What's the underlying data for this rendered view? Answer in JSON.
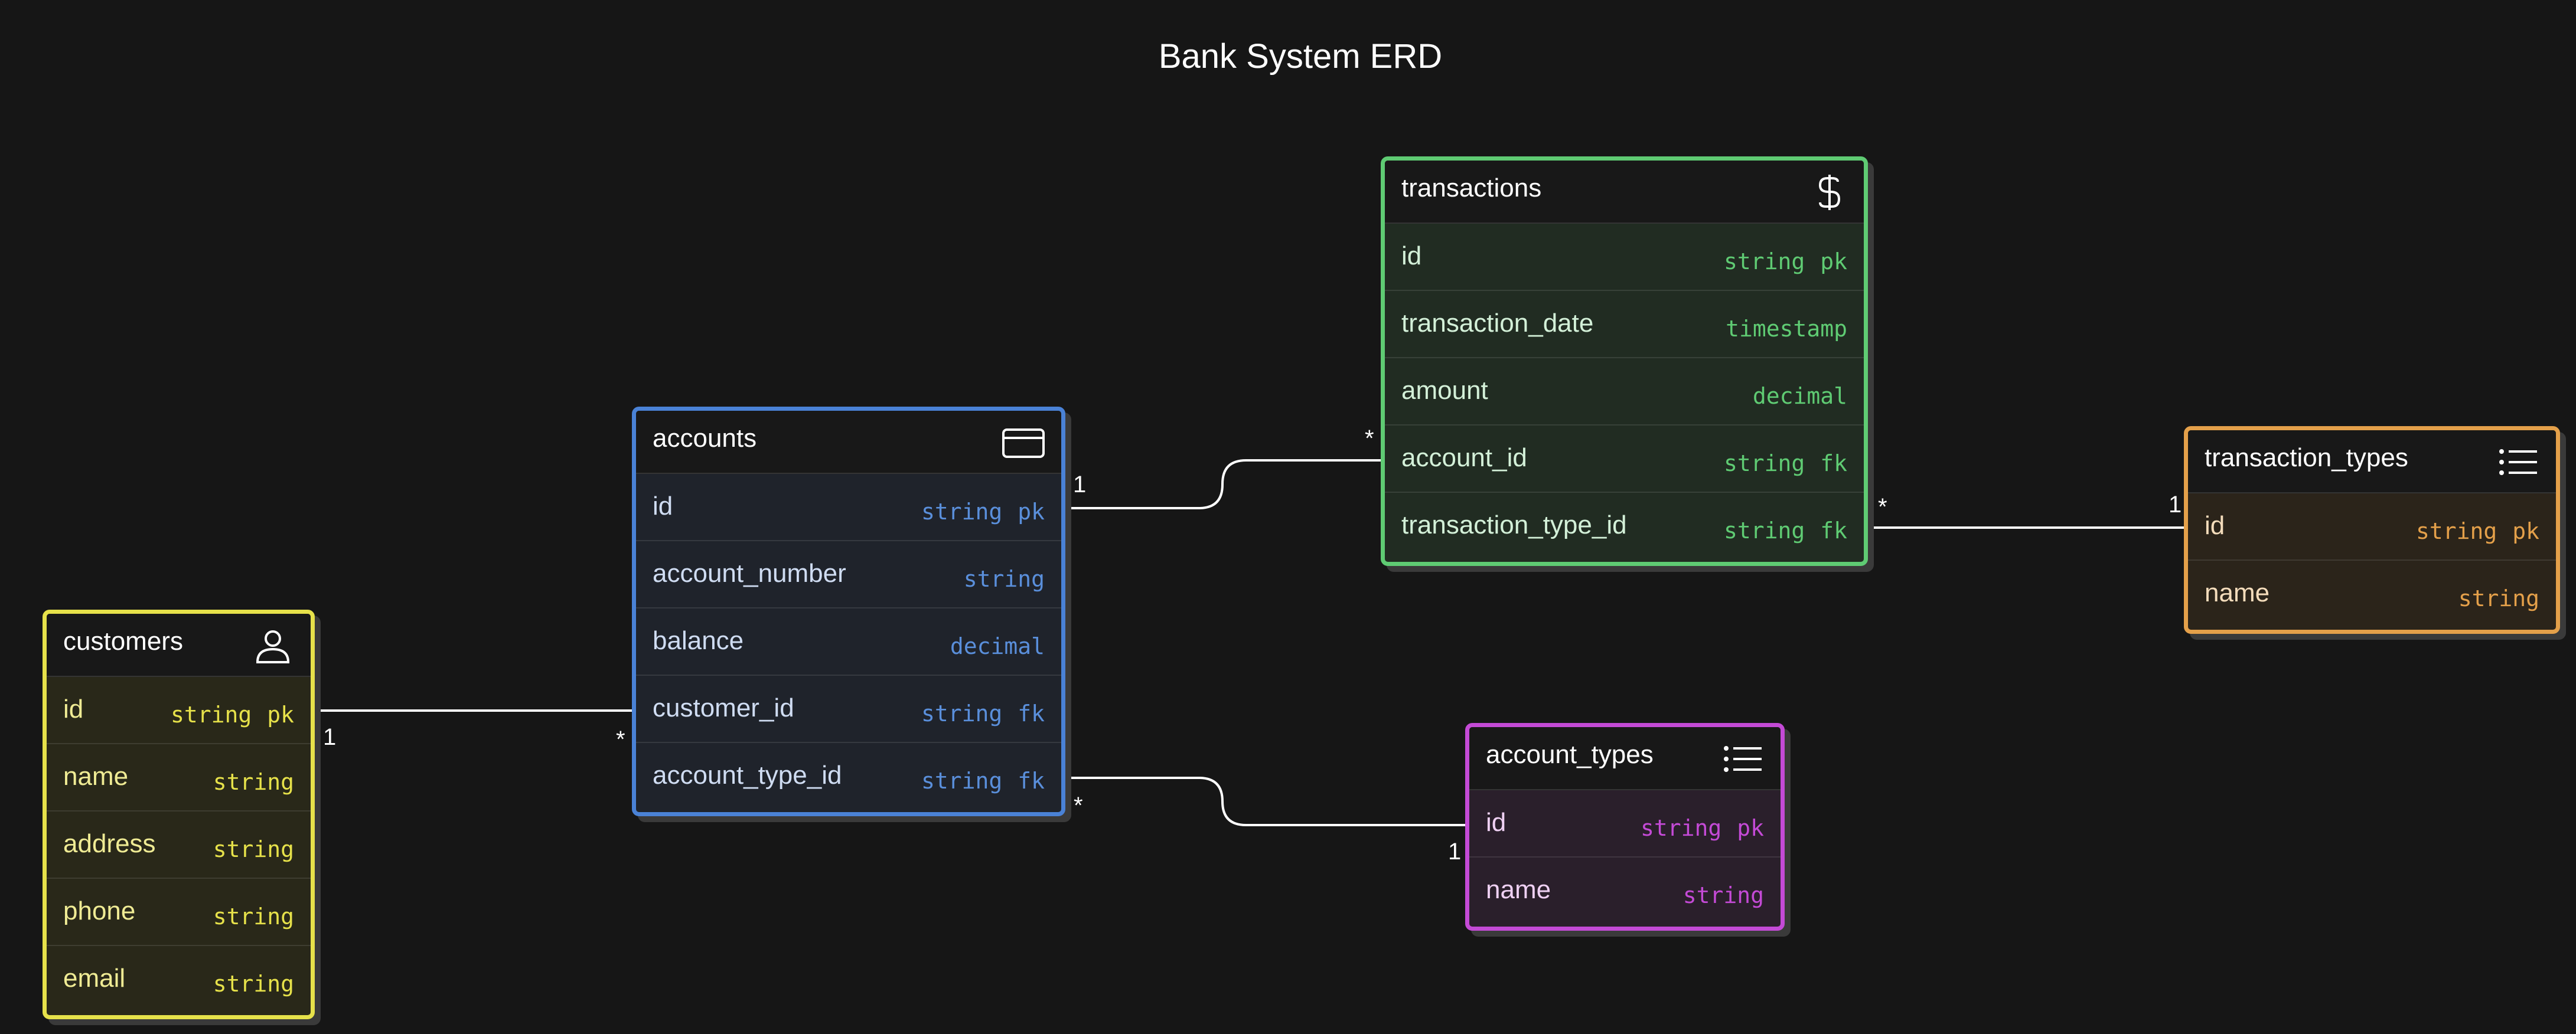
{
  "title": "Bank System ERD",
  "colors": {
    "customers": "#e6e14a",
    "accounts": "#4a82d6",
    "transactions": "#5fcb73",
    "transaction_types": "#e4a04a",
    "account_types": "#c44ad6"
  },
  "entities": {
    "customers": {
      "name": "customers",
      "icon": "user-icon",
      "columns": [
        {
          "name": "id",
          "type": "string",
          "key": "pk"
        },
        {
          "name": "name",
          "type": "string",
          "key": ""
        },
        {
          "name": "address",
          "type": "string",
          "key": ""
        },
        {
          "name": "phone",
          "type": "string",
          "key": ""
        },
        {
          "name": "email",
          "type": "string",
          "key": ""
        }
      ]
    },
    "accounts": {
      "name": "accounts",
      "icon": "credit-card-icon",
      "columns": [
        {
          "name": "id",
          "type": "string",
          "key": "pk"
        },
        {
          "name": "account_number",
          "type": "string",
          "key": ""
        },
        {
          "name": "balance",
          "type": "decimal",
          "key": ""
        },
        {
          "name": "customer_id",
          "type": "string",
          "key": "fk"
        },
        {
          "name": "account_type_id",
          "type": "string",
          "key": "fk"
        }
      ]
    },
    "transactions": {
      "name": "transactions",
      "icon": "dollar-icon",
      "columns": [
        {
          "name": "id",
          "type": "string",
          "key": "pk"
        },
        {
          "name": "transaction_date",
          "type": "timestamp",
          "key": ""
        },
        {
          "name": "amount",
          "type": "decimal",
          "key": ""
        },
        {
          "name": "account_id",
          "type": "string",
          "key": "fk"
        },
        {
          "name": "transaction_type_id",
          "type": "string",
          "key": "fk"
        }
      ]
    },
    "transaction_types": {
      "name": "transaction_types",
      "icon": "list-icon",
      "columns": [
        {
          "name": "id",
          "type": "string",
          "key": "pk"
        },
        {
          "name": "name",
          "type": "string",
          "key": ""
        }
      ]
    },
    "account_types": {
      "name": "account_types",
      "icon": "list-icon",
      "columns": [
        {
          "name": "id",
          "type": "string",
          "key": "pk"
        },
        {
          "name": "name",
          "type": "string",
          "key": ""
        }
      ]
    }
  },
  "relationships": [
    {
      "from": "customers.id",
      "to": "accounts.customer_id",
      "from_card": "1",
      "to_card": "*"
    },
    {
      "from": "accounts.id",
      "to": "transactions.account_id",
      "from_card": "1",
      "to_card": "*"
    },
    {
      "from": "transactions.transaction_type_id",
      "to": "transaction_types.id",
      "from_card": "*",
      "to_card": "1"
    },
    {
      "from": "accounts.account_type_id",
      "to": "account_types.id",
      "from_card": "*",
      "to_card": "1"
    }
  ]
}
